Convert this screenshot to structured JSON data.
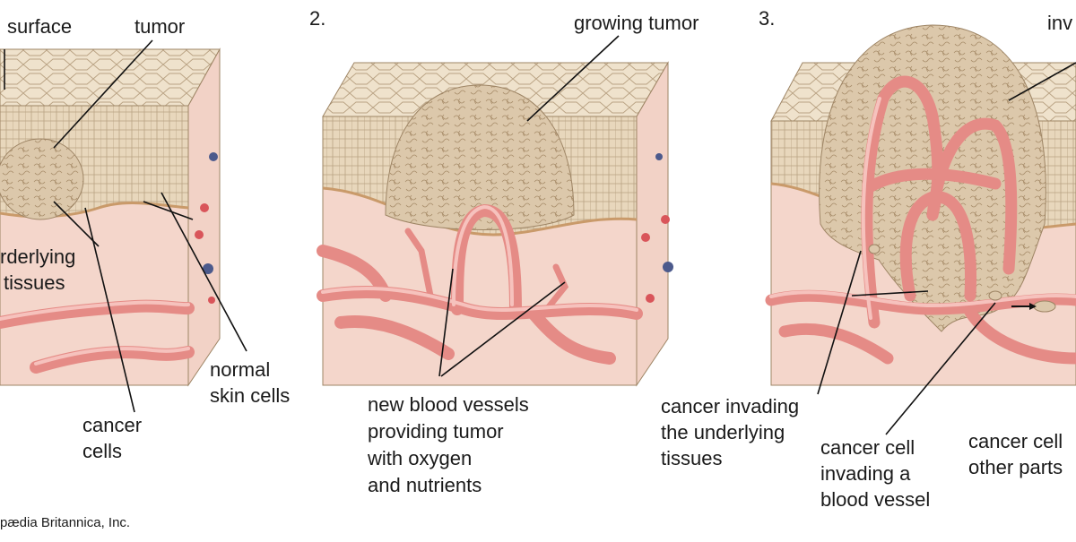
{
  "panels": [
    {
      "number": "",
      "labels": {
        "surface": "surface",
        "tumor": "tumor",
        "underlying_line1": "rderlying",
        "underlying_line2": "tissues",
        "normal_line1": "normal",
        "normal_line2": "skin cells",
        "cancer_line1": "cancer",
        "cancer_line2": "cells"
      }
    },
    {
      "number": "2.",
      "labels": {
        "growing_tumor": "growing tumor",
        "vessels_line1": "new blood vessels",
        "vessels_line2": "providing tumor",
        "vessels_line3": "with oxygen",
        "vessels_line4": "and nutrients"
      }
    },
    {
      "number": "3.",
      "labels": {
        "invasive": "inv",
        "invading_line1": "cancer invading",
        "invading_line2": "the underlying",
        "invading_line3": "tissues",
        "vessel_line1": "cancer cell",
        "vessel_line2": "invading a",
        "vessel_line3": "blood vessel",
        "spread_line1": "cancer cell",
        "spread_line2": "other parts"
      }
    }
  ],
  "credit": "pædia Britannica, Inc.",
  "colors": {
    "skin_top": "#efe2cc",
    "skin_side": "#e7d6bb",
    "dermis_top": "#f6dcd3",
    "dermis_side": "#f0cbbf",
    "vessel": "#e58b86",
    "tumor": "#dcc8ab",
    "red_cell": "#d9555a",
    "blue_cell": "#4c5a8c"
  }
}
